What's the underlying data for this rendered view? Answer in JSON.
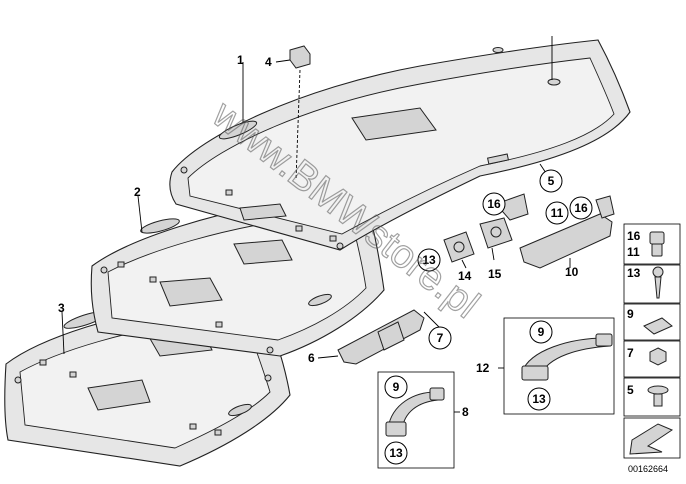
{
  "watermark": "www.BMWstore.pl",
  "image_code": "00162664",
  "headliner_labels": [
    "1",
    "2",
    "3"
  ],
  "callouts": {
    "c4": "4",
    "c5": "5",
    "c6": "6",
    "c7": "7",
    "c8": "8",
    "c9a": "9",
    "c13a": "13",
    "c9b": "9",
    "c13b": "13",
    "c10": "10",
    "c11": "11",
    "c12": "12",
    "c13c": "13",
    "c14": "14",
    "c15": "15",
    "c16a": "16",
    "c16b": "16"
  },
  "legend": [
    {
      "label": "16",
      "sub": "11"
    },
    {
      "label": "13"
    },
    {
      "label": "9"
    },
    {
      "label": "7"
    },
    {
      "label": "5"
    }
  ]
}
